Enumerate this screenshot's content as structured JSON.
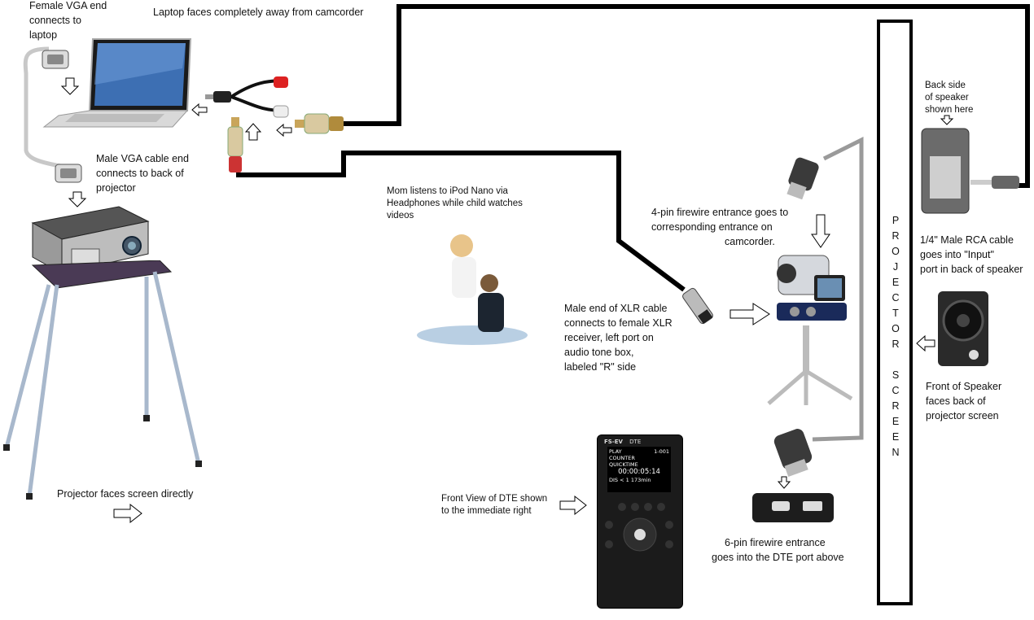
{
  "labels": {
    "female_vga": [
      "Female VGA end",
      "connects to",
      "laptop"
    ],
    "laptop_faces": "Laptop faces completely away from camcorder",
    "male_vga": [
      "Male VGA cable end",
      "connects to back of",
      "projector"
    ],
    "mom_listens": [
      "Mom listens to iPod Nano via",
      "Headphones while child watches",
      "videos"
    ],
    "firewire_4pin": [
      "4-pin firewire entrance goes to",
      "corresponding entrance on",
      "camcorder."
    ],
    "xlr": [
      "Male end of XLR cable",
      "connects to female XLR",
      "receiver, left port on",
      "audio tone box,",
      "labeled \"R\" side"
    ],
    "back_speaker": [
      "Back side",
      "of speaker",
      "shown here"
    ],
    "rca_input": [
      "1/4\" Male RCA cable",
      "goes into \"Input\"",
      "port in back of speaker"
    ],
    "front_speaker": [
      "Front of Speaker",
      "faces back of",
      "projector screen"
    ],
    "projector_faces": "Projector faces screen directly",
    "front_view_dte": [
      "Front View of DTE shown",
      "to the immediate right"
    ],
    "firewire_6pin": [
      "6-pin firewire entrance",
      "goes into the  DTE port above"
    ]
  },
  "screen_label": [
    "P",
    "R",
    "O",
    "J",
    "E",
    "C",
    "T",
    "O",
    "R",
    "",
    "S",
    "C",
    "R",
    "E",
    "E",
    "N"
  ],
  "dte_screen": {
    "brand": "FS-EV",
    "model": "DTE",
    "mode": "PLAY",
    "clip": "1-001",
    "line1": "COUNTER",
    "line2": "QUICKTIME",
    "timecode": "00:00:05:14",
    "disk": "DIS < 1 173min"
  },
  "colors": {
    "wire_black": "#000000",
    "wire_gray": "#9a9a9a",
    "arrow_fill": "#ffffff"
  }
}
